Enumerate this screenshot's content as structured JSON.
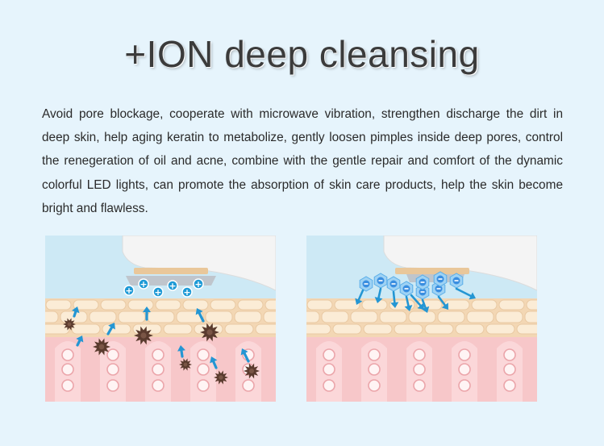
{
  "header": {
    "title": "+ION deep cleansing"
  },
  "description": {
    "text": "Avoid pore blockage, cooperate with microwave vibration, strengthen discharge the dirt in deep skin, help aging keratin to metabolize, gently loosen pimples inside deep pores, control the renegeration of oil and acne, combine with the gentle repair and comfort of the dynamic colorful LED lights, can promote the absorption of skin care products, help the skin become bright and flawless."
  },
  "colors": {
    "background": "#e6f4fc",
    "sky": "#cde9f5",
    "device": "#f4f4f4",
    "tip": "#e9c79a",
    "positive_ion": "#1e9ad6",
    "negative_ion": "#3a8ee0",
    "dirt": "#5a3b2e",
    "arrow": "#2496d3",
    "skin_surface": "#fbecd6",
    "cell_border": "#e9c9a3",
    "dermis": "#f7c7c9",
    "pore": "#ffdfe1"
  },
  "illustrations": [
    {
      "name": "positive-ion-extraction",
      "ion_symbol": "+",
      "icon": "positive-ion-icon"
    },
    {
      "name": "negative-ion-infusion",
      "ion_symbol": "−",
      "icon": "negative-ion-icon"
    }
  ]
}
